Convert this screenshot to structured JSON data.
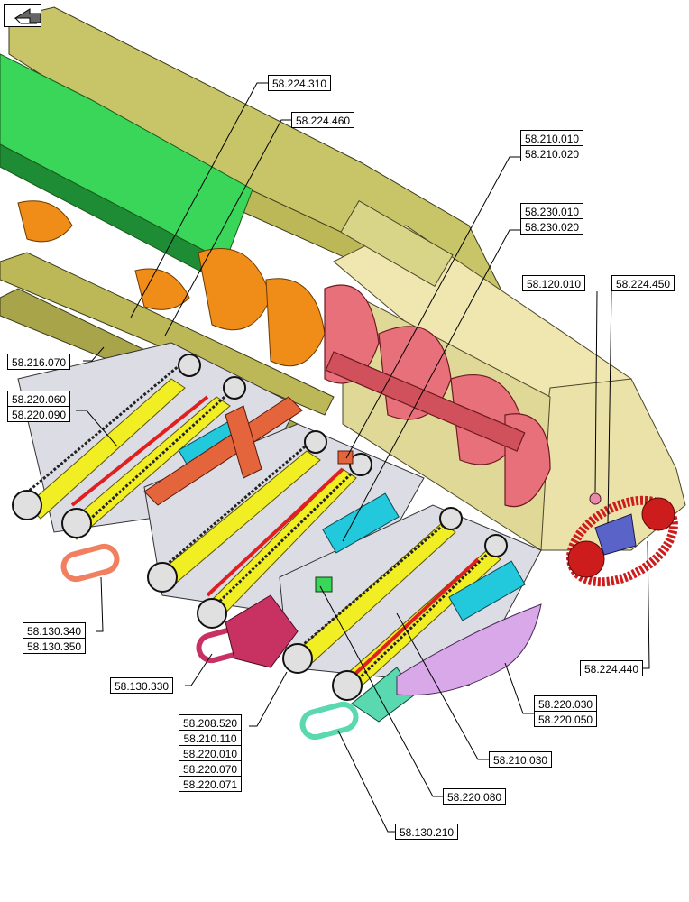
{
  "labels": {
    "l1": "58.224.310",
    "l2": "58.224.460",
    "l3a": "58.210.010",
    "l3b": "58.210.020",
    "l4a": "58.230.010",
    "l4b": "58.230.020",
    "l5": "58.120.010",
    "l6": "58.224.450",
    "l7": "58.216.070",
    "l8a": "58.220.060",
    "l8b": "58.220.090",
    "l9a": "58.130.340",
    "l9b": "58.130.350",
    "l10": "58.130.330",
    "l11a": "58.208.520",
    "l11b": "58.210.110",
    "l11c": "58.220.010",
    "l11d": "58.220.070",
    "l11e": "58.220.071",
    "l12": "58.224.440",
    "l13a": "58.220.030",
    "l13b": "58.220.050",
    "l14": "58.210.030",
    "l15": "58.220.080",
    "l16": "58.130.210"
  },
  "icons": {
    "nav": "back-arrow-icon"
  },
  "colors": {
    "frame": "#d8d488",
    "green": "#39d65a",
    "orange": "#f08c18",
    "auger_red": "#e8707a",
    "yellow": "#f2ee24",
    "cyan": "#22c8dc",
    "coral": "#e4643c",
    "magenta": "#c83262",
    "lavender": "#d8a8e8",
    "teal": "#5ad8b0",
    "chain_red": "#cc1c1c",
    "blue": "#5a64c8"
  }
}
